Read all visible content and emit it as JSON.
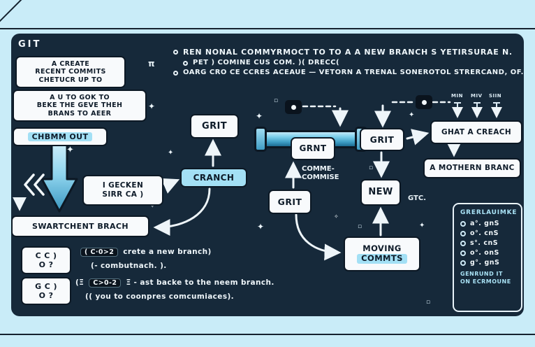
{
  "colors": {
    "frame": "#c9ecf8",
    "panel": "#16293a",
    "box_bg": "#f8fafc",
    "ink": "#0e1b29",
    "cyan": "#a3e0f5",
    "white_text": "#f0f6fa",
    "cyan_text": "#a9e2f5"
  },
  "icons": {
    "sparkle": "✦",
    "sparkle_small": "✧",
    "square": "▫",
    "pi": "π"
  },
  "header": {
    "logo": "GIT"
  },
  "notes": {
    "n1": "REN NONAL COMMYRMOCT TO TO A A NEW BRANCH S YETIRSURAE N.",
    "n2": "PET ) COMINE CUS COM. )( DRECC(",
    "n3": "OARG CRO CE CCRES ACEAUE — VETORN A TRENAL SONEROTOL STRERCAND, OF."
  },
  "boxes": {
    "create": {
      "l1": "A CREATE",
      "l2": "RECENT COMMITS",
      "l3": "CHETUCR UP TO"
    },
    "goto": {
      "l1": "A U TO GOK TO",
      "l2": "BEKE THE GEVE THEH",
      "l3": "BRANS TO AEER"
    },
    "checkout": {
      "label": "CHBMM OUT"
    },
    "gecken": {
      "l1": "I GECKEN",
      "l2": "SIRR CA )"
    },
    "switch_branch": {
      "label": "SWARTCHENT BRACH"
    },
    "grit_left": {
      "label": "GRIT"
    },
    "cranch": {
      "label": "CRANCH"
    },
    "grnt": {
      "label": "GRNT"
    },
    "grit_mid": {
      "label": "GRIT"
    },
    "grit_right": {
      "label": "GRIT"
    },
    "new_box": {
      "label": "NEW"
    },
    "ghat": {
      "label": "GHAT A CREACH"
    },
    "mother": {
      "label": "A MOTHERN BRANC"
    },
    "moving": {
      "l1": "MOVING",
      "l2": "COMMTS"
    }
  },
  "annotations": {
    "comme_l1": "COMME-",
    "comme_l2": "COMMISE",
    "gtc": "GTC.",
    "tick1": "MIN",
    "tick2": "MIV",
    "tick3": "SIIN"
  },
  "bottom_notes": {
    "chip1_l1": "C C )",
    "chip1_l2": "O ?",
    "chip2_l1": "G C )",
    "chip2_l2": "O ?",
    "line1_badge": "( C·0>2",
    "line1_text": "crete a new branch)",
    "line1_text2": "(- combutnach. ).",
    "line2_pre": "(Ξ",
    "line2_badge": "C>0-2",
    "line2_text": "Ξ - ast backe to the neem branch.",
    "line2_text2": "(( you to coonpres comcumiaces)."
  },
  "legend": {
    "title": "GRERLAUIMKE",
    "items": [
      "a°. gnS",
      "o°. cnS",
      "s°. cnS",
      "o°. onS",
      "g°. gnS"
    ],
    "footer1": "GENRUND IT",
    "footer2": "ON ECRMOUNE"
  }
}
